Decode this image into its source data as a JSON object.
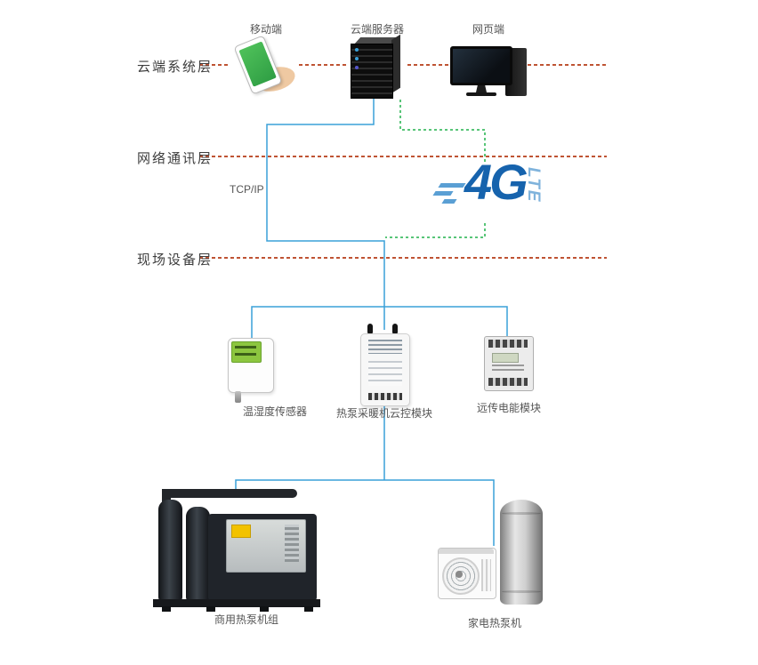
{
  "layers": [
    {
      "label": "云端系统层"
    },
    {
      "label": "网络通讯层"
    },
    {
      "label": "现场设备层"
    }
  ],
  "cloud_nodes": [
    {
      "label": "移动端"
    },
    {
      "label": "云端服务器"
    },
    {
      "label": "网页端"
    }
  ],
  "network": {
    "protocol_label": "TCP/IP",
    "logo_4g": "4G",
    "logo_lte": "LTE"
  },
  "field_devices": [
    {
      "label": "温湿度传感器"
    },
    {
      "label": "热泵采暖机云控模块"
    },
    {
      "label": "远传电能模块"
    }
  ],
  "equipment": [
    {
      "label": "商用热泵机组"
    },
    {
      "label": "家电热泵机"
    }
  ],
  "colors": {
    "separator": "#bf5434",
    "connector_blue": "#3aa0d8",
    "connector_green": "#21b24b",
    "logo_blue": "#1663ad",
    "logo_lte": "#7fb3dc",
    "label_text": "#555555",
    "layer_text": "#3d3d3d"
  }
}
